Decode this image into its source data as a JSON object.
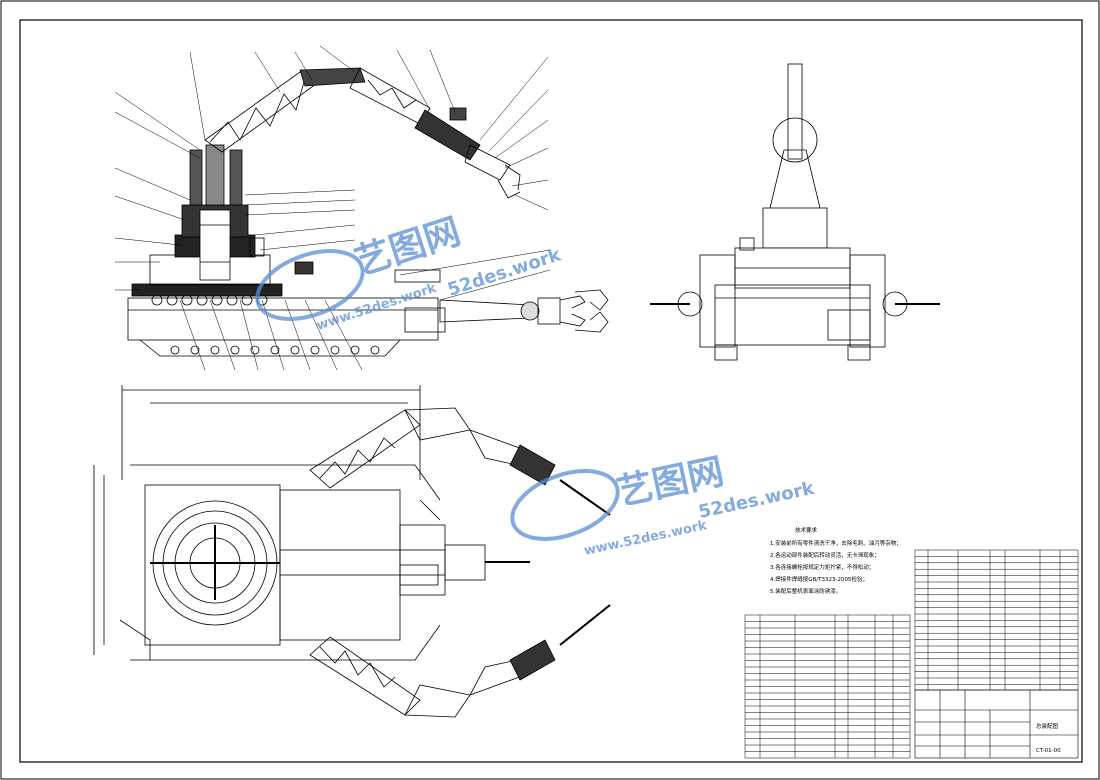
{
  "watermark": {
    "brand": "艺图网",
    "url_upper": "52des.work",
    "url_lower": "www.52des.work",
    "color": "#5b8fd6"
  },
  "tech_requirements": {
    "title": "技术要求",
    "items": [
      "1.安装前所有零件清洗干净，去除毛刺、油污等杂物；",
      "2.各运动部件装配后转动灵活，无卡滞现象；",
      "3.各连接螺栓按规定力矩拧紧，不得松动；",
      "4.焊接件焊缝按GB/T3323-2005检验；",
      "5.装配后整机表面涂防锈漆。"
    ]
  },
  "title_block": {
    "drawing_title": "总装配图",
    "drawing_number": "CT-01-00"
  },
  "colors": {
    "line": "#000000",
    "background": "#ffffff"
  }
}
